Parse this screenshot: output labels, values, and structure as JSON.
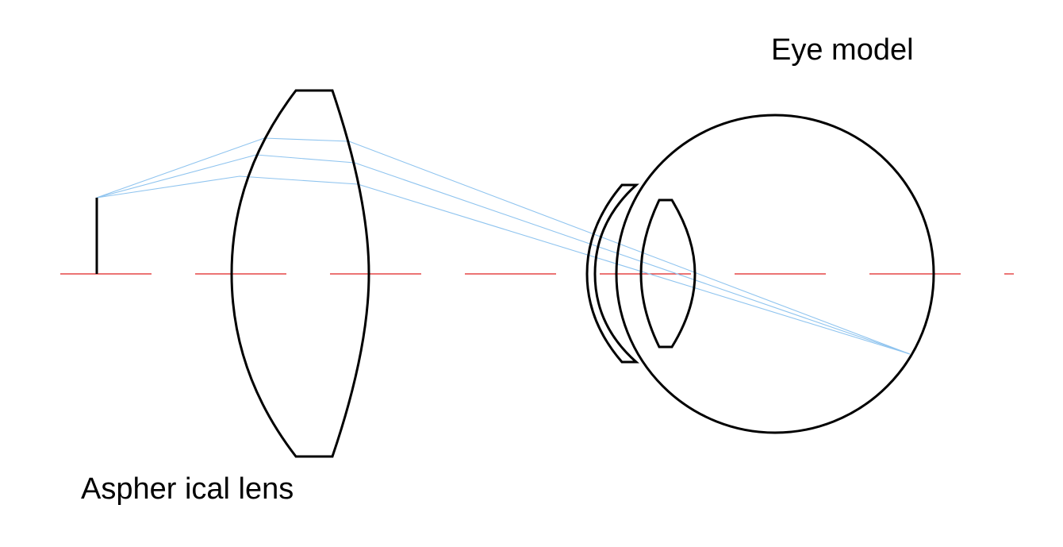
{
  "labels": {
    "eye_model": "Eye model",
    "lens": "Aspher ical lens"
  },
  "colors": {
    "ray": "#8fc4ef",
    "axis": "#e02020",
    "outline": "#000000",
    "background": "#ffffff"
  },
  "elements": [
    {
      "id": "object",
      "kind": "object-arrow"
    },
    {
      "id": "aspherical-lens",
      "kind": "lens"
    },
    {
      "id": "cornea",
      "kind": "meniscus"
    },
    {
      "id": "crystalline-lens",
      "kind": "lens"
    },
    {
      "id": "eyeball",
      "kind": "sphere"
    }
  ],
  "ray_count": 3
}
